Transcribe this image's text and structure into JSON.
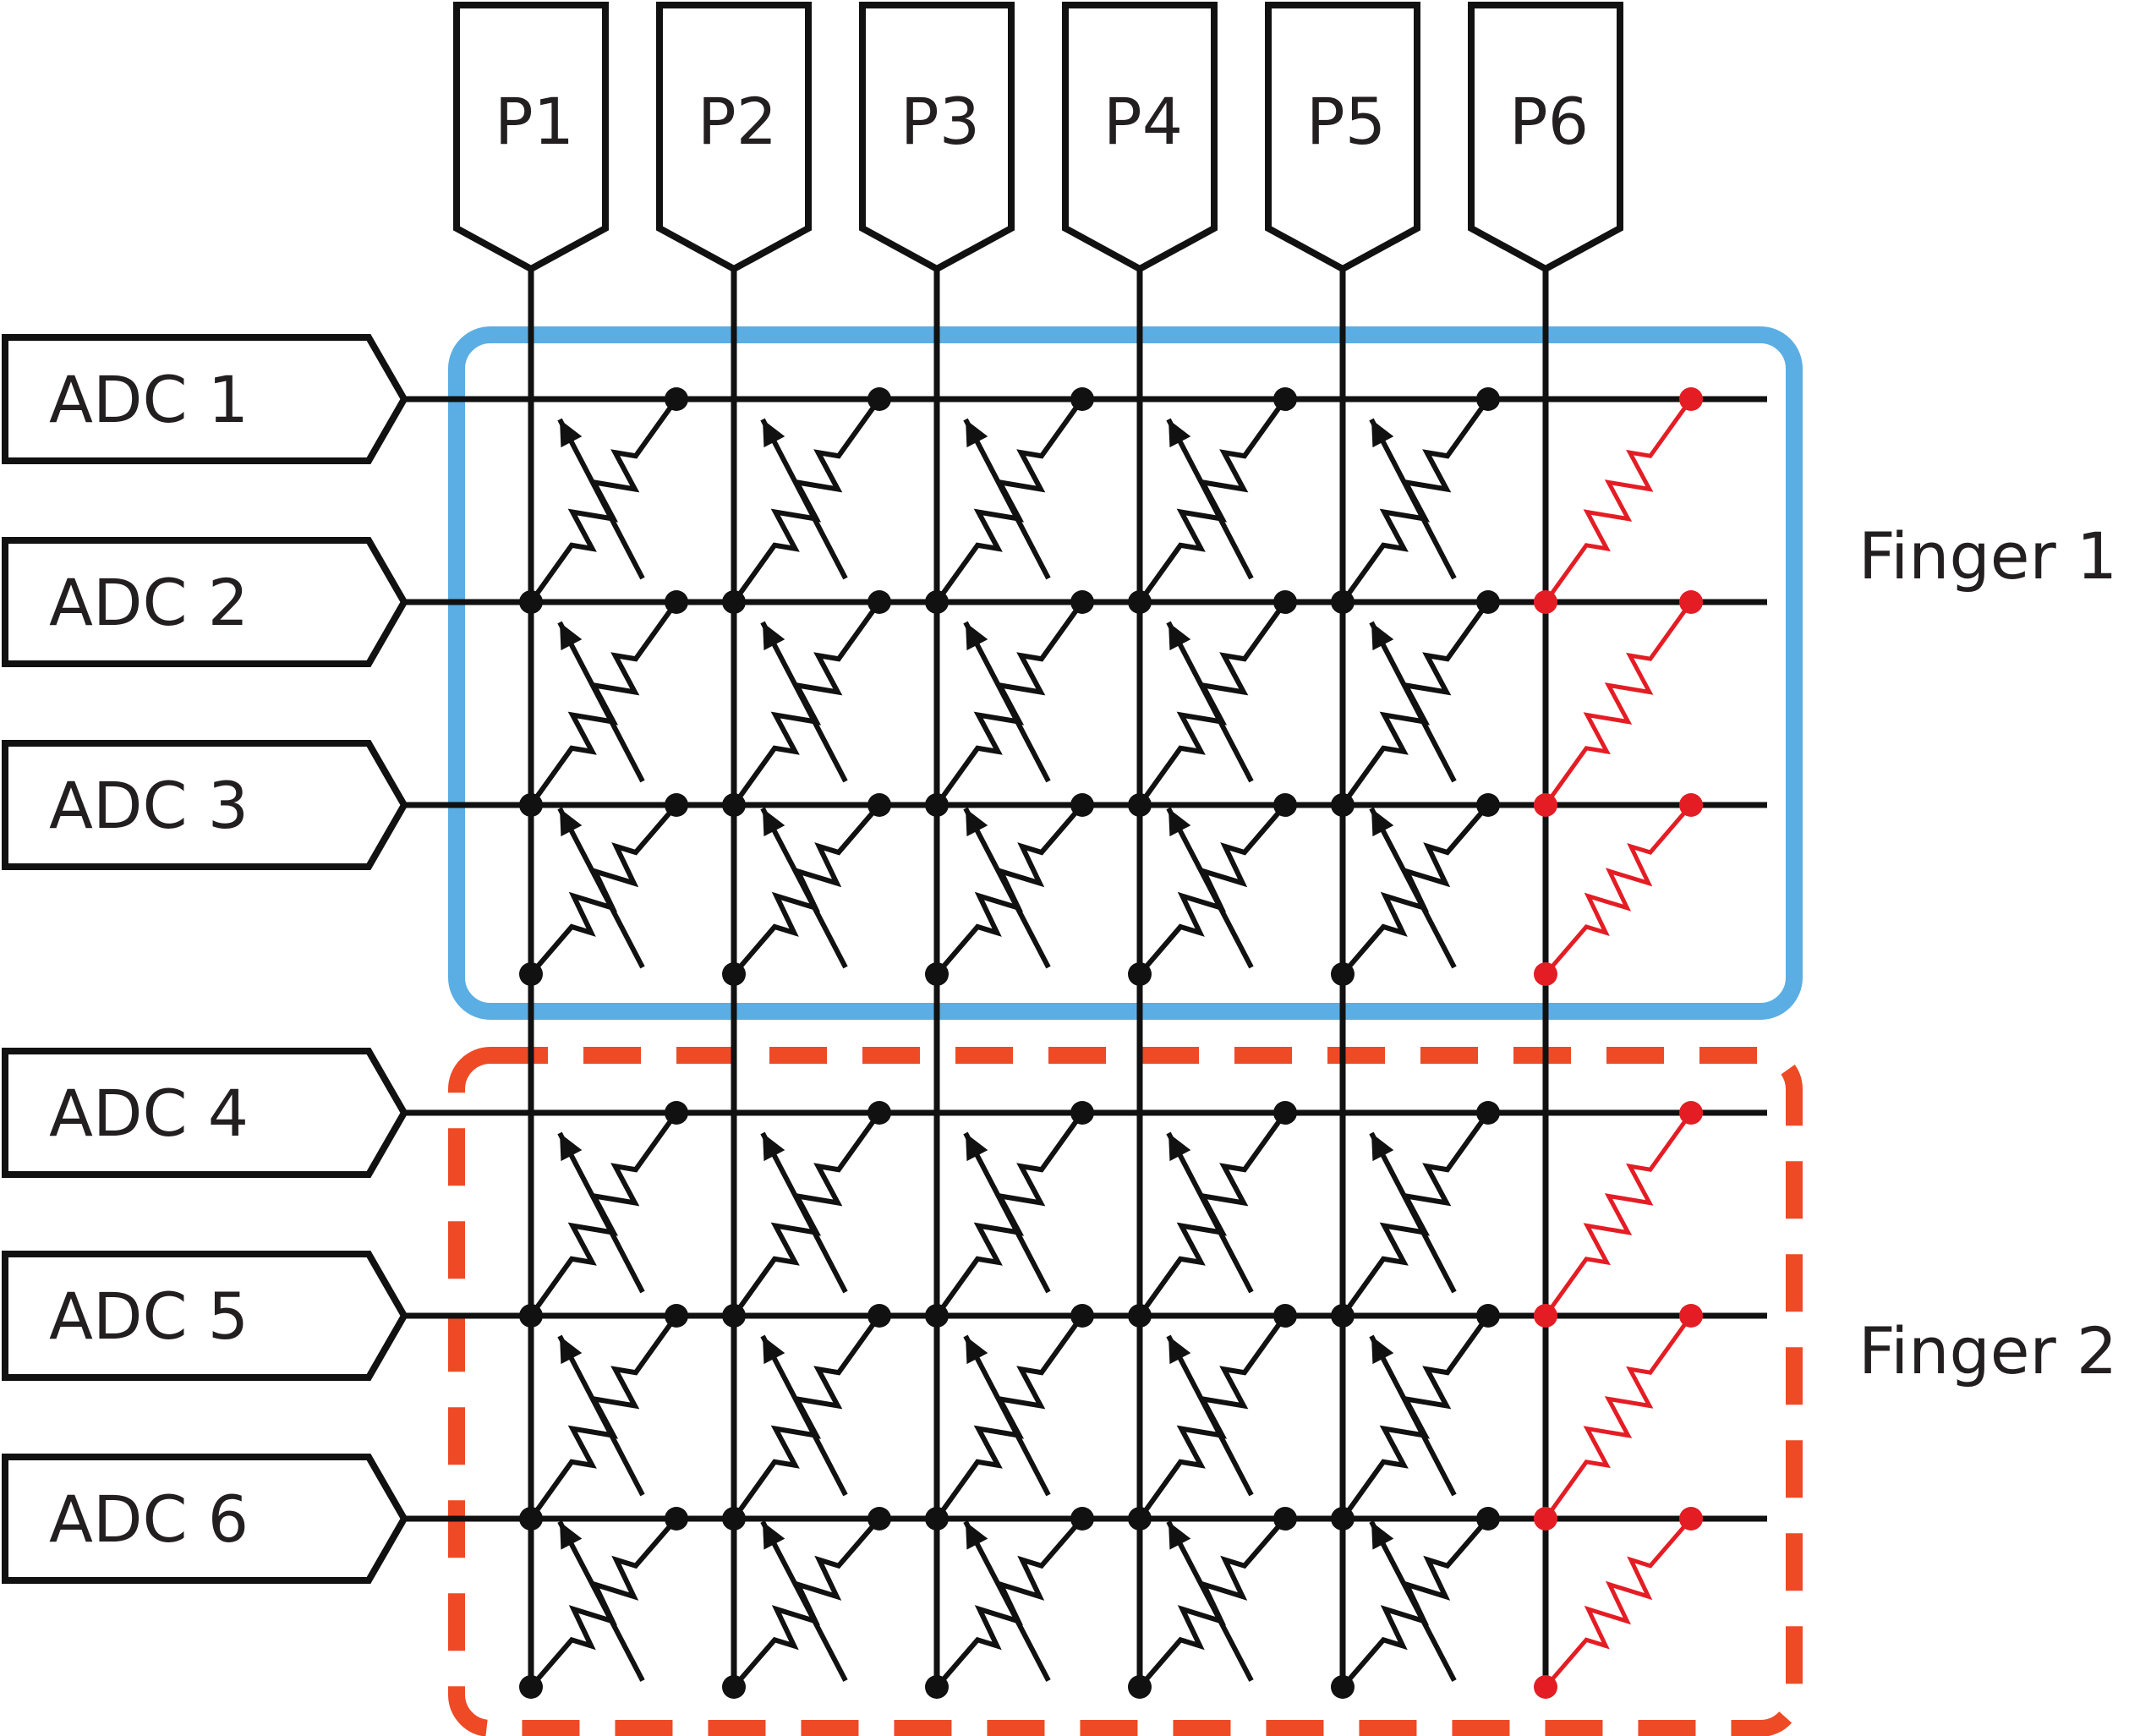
{
  "pins": [
    {
      "label": "P1"
    },
    {
      "label": "P2"
    },
    {
      "label": "P3"
    },
    {
      "label": "P4"
    },
    {
      "label": "P5"
    },
    {
      "label": "P6"
    }
  ],
  "adcs": [
    {
      "label": "ADC 1"
    },
    {
      "label": "ADC 2"
    },
    {
      "label": "ADC 3"
    },
    {
      "label": "ADC 4"
    },
    {
      "label": "ADC 5"
    },
    {
      "label": "ADC 6"
    }
  ],
  "fingers": [
    {
      "label": "Finger 1",
      "rows": [
        1,
        3
      ],
      "border": "solid",
      "color": "#5aaee3"
    },
    {
      "label": "Finger 2",
      "rows": [
        4,
        6
      ],
      "border": "dashed",
      "color": "#ee4a26"
    }
  ],
  "elements": {
    "variable_resistor_columns": [
      1,
      2,
      3,
      4,
      5
    ],
    "fixed_resistor_column": 6
  },
  "colors": {
    "wire": "#111111",
    "fixed_resistor": "#e41d25",
    "finger_1": "#5aaee3",
    "finger_2": "#ee4a26"
  }
}
